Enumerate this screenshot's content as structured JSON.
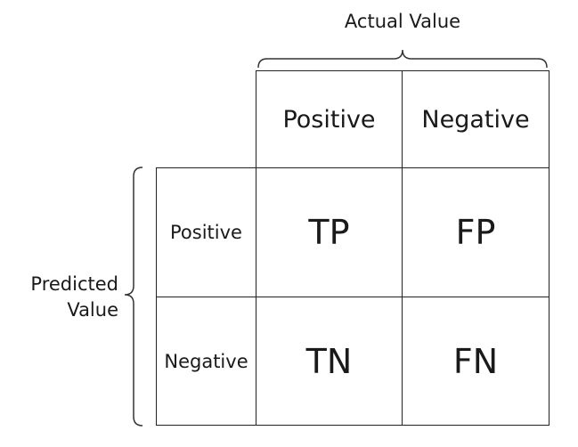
{
  "axes": {
    "actual_label": "Actual Value",
    "predicted_label": "Predicted Value"
  },
  "columns": [
    "Positive",
    "Negative"
  ],
  "rows": [
    "Positive",
    "Negative"
  ],
  "cells": [
    [
      "TP",
      "FP"
    ],
    [
      "TN",
      "FN"
    ]
  ]
}
